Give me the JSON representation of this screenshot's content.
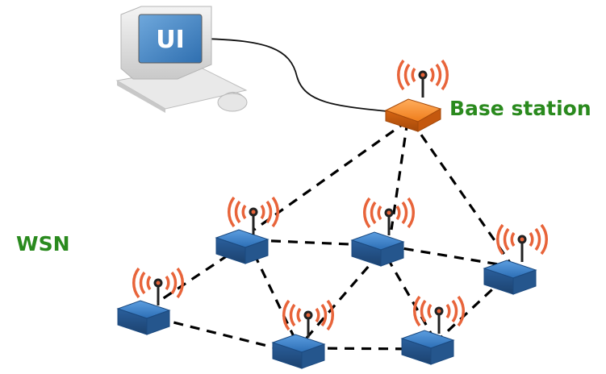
{
  "ui_label": "UI",
  "base_station_label": "Base station",
  "wsn_label": "WSN",
  "colors": {
    "label_green": "#2a8a1e",
    "node_blue": "#2d6fb5",
    "base_orange": "#ef7d1b",
    "signal_orange": "#e8643a",
    "link_dashed": "#000000"
  },
  "icons": {
    "computer": "computer-terminal-icon",
    "base_station": "base-station-icon",
    "sensor_node": "sensor-node-icon",
    "signal": "radio-signal-icon"
  }
}
